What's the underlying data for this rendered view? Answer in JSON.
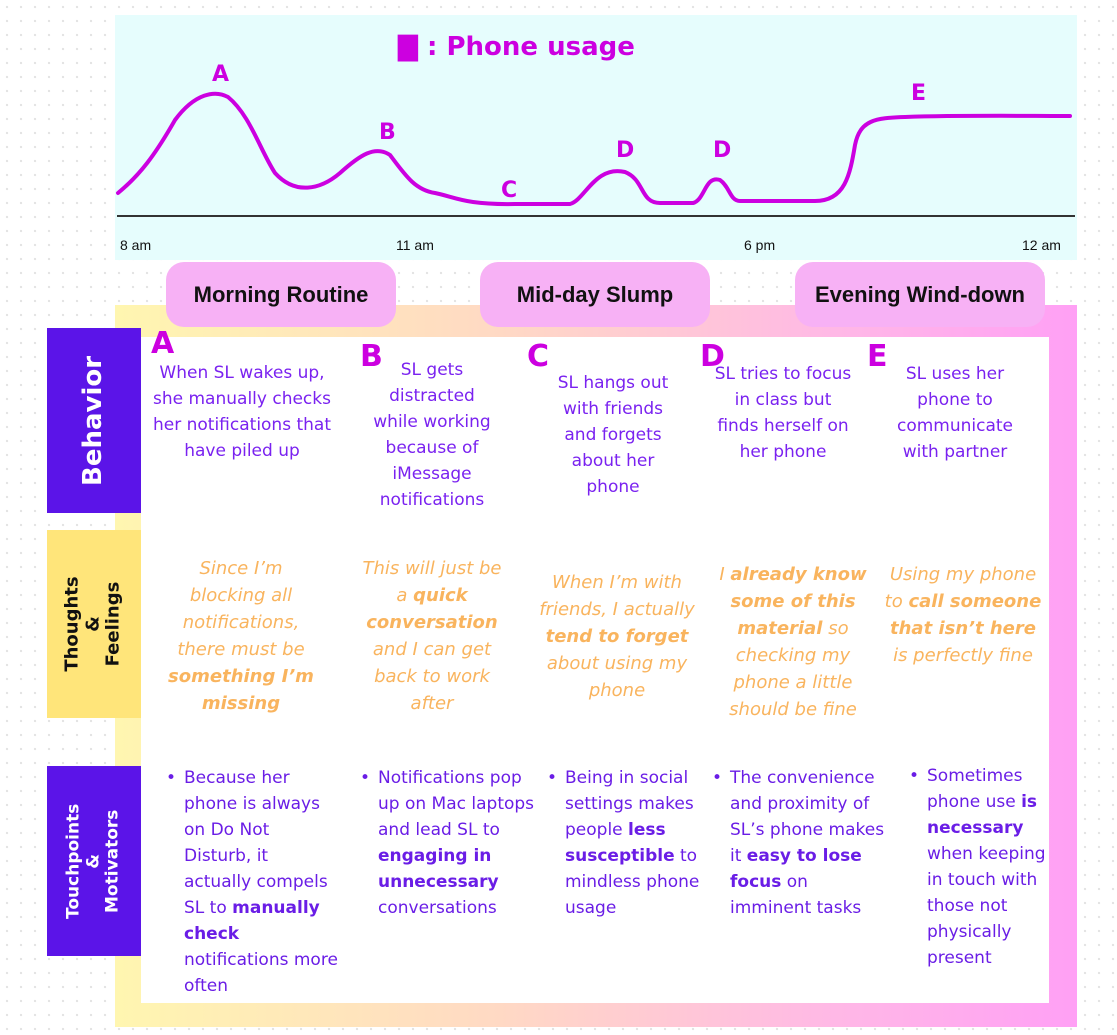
{
  "chart": {
    "legend": "▇ : Phone usage",
    "ticks": [
      "8 am",
      "11 am",
      "6 pm",
      "12 am"
    ],
    "peak_labels": [
      "A",
      "B",
      "C",
      "D",
      "D",
      "E"
    ]
  },
  "phases": [
    "Morning Routine",
    "Mid-day Slump",
    "Evening Wind-down"
  ],
  "rows": {
    "behavior": "Behavior",
    "thoughts": "Thoughts & Feelings",
    "touchpoints": "Touchpoints & Motivators"
  },
  "colors": {
    "curve": "#cc00e0",
    "accent_purple": "#5b14e8",
    "yellow": "#ffe57a",
    "thought_text": "#f9b45e",
    "pill": "#f7b1f5"
  },
  "columns": [
    {
      "letter": "A",
      "behavior": "When SL wakes up, she manually checks her notifications that have piled up",
      "thoughts": [
        {
          "t": "Since I’m blocking all notifications, there must be "
        },
        {
          "t": "something I’m missing",
          "b": true
        }
      ],
      "touchpoints": [
        {
          "t": "Because her phone is always on Do Not Disturb, it actually compels SL to "
        },
        {
          "t": "manually check",
          "b": true
        },
        {
          "t": " notifications more often"
        }
      ]
    },
    {
      "letter": "B",
      "behavior": "SL gets distracted while working because of iMessage notifications",
      "thoughts": [
        {
          "t": "This will just be a "
        },
        {
          "t": "quick conversation",
          "b": true
        },
        {
          "t": " and I can get back to work after"
        }
      ],
      "touchpoints": [
        {
          "t": "Notifications pop up on Mac laptops and lead SL to "
        },
        {
          "t": "engaging in unnecessary",
          "b": true
        },
        {
          "t": " conversations"
        }
      ]
    },
    {
      "letter": "C",
      "behavior": "SL hangs out with friends and forgets about her phone",
      "thoughts": [
        {
          "t": "When I’m with friends, I actually "
        },
        {
          "t": "tend to forget",
          "b": true
        },
        {
          "t": " about using my phone"
        }
      ],
      "touchpoints": [
        {
          "t": "Being in social settings makes people "
        },
        {
          "t": "less susceptible",
          "b": true
        },
        {
          "t": " to mindless phone usage"
        }
      ]
    },
    {
      "letter": "D",
      "behavior": "SL tries to focus in class but finds herself on her phone",
      "thoughts": [
        {
          "t": "I "
        },
        {
          "t": "already know some of this material",
          "b": true
        },
        {
          "t": " so checking my phone a little should be fine"
        }
      ],
      "touchpoints": [
        {
          "t": "The convenience and proximity of SL’s phone makes it "
        },
        {
          "t": "easy to lose focus",
          "b": true
        },
        {
          "t": " on imminent tasks"
        }
      ]
    },
    {
      "letter": "E",
      "behavior": "SL uses her phone to communicate with partner",
      "thoughts": [
        {
          "t": "Using my phone to "
        },
        {
          "t": "call someone that isn’t here",
          "b": true
        },
        {
          "t": " is perfectly fine"
        }
      ],
      "touchpoints": [
        {
          "t": "Sometimes phone use "
        },
        {
          "t": "is necessary",
          "b": true
        },
        {
          "t": " when keeping in touch with those not physically present"
        }
      ]
    }
  ]
}
